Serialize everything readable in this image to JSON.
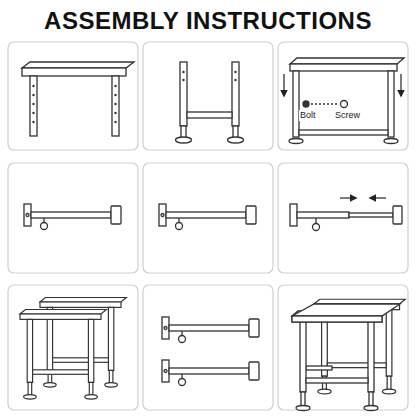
{
  "diagram": {
    "title": "ASSEMBLY INSTRUCTIONS",
    "labels": [
      "Bolt",
      "Screw"
    ]
  }
}
